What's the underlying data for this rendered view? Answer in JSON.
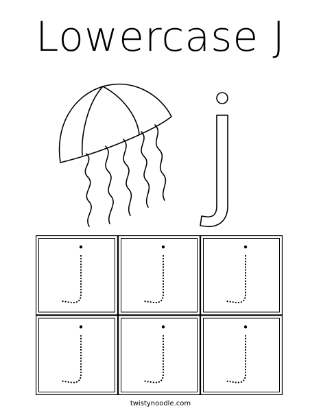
{
  "title": "Lowercase J",
  "tracing_letter": "j",
  "tracing_grid": {
    "rows": 2,
    "columns": 3
  },
  "footer": "twistynoodle.com"
}
